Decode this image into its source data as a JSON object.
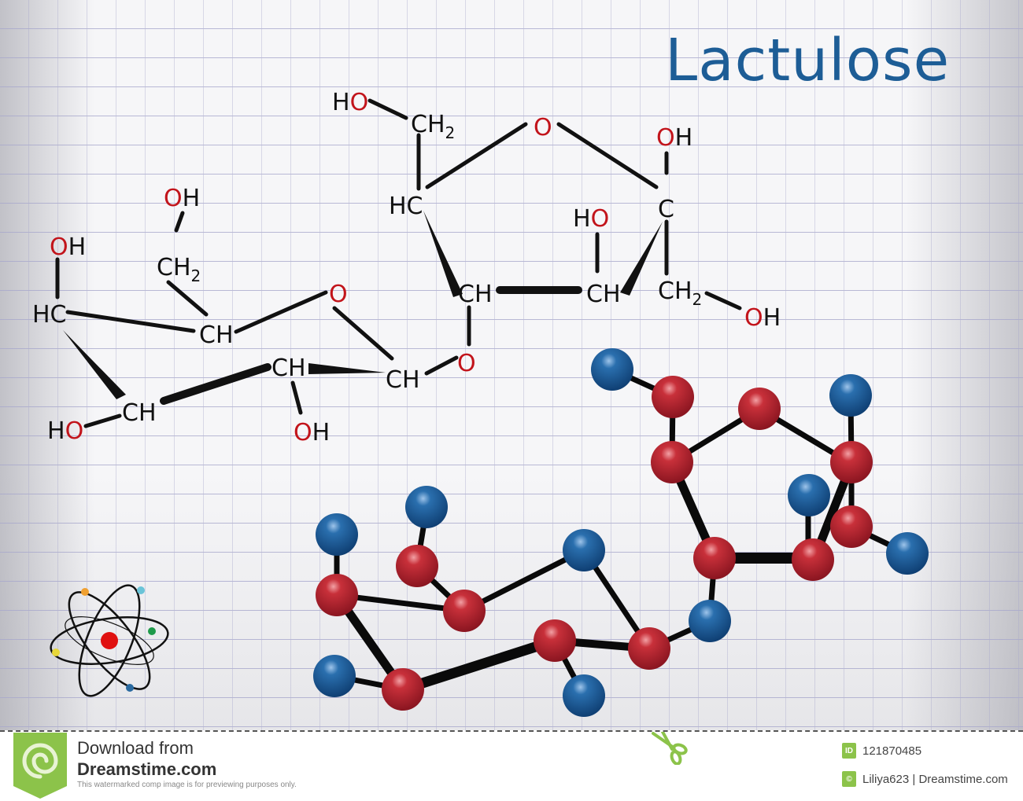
{
  "title": "Lactulose",
  "diagram": {
    "type": "chemical-structure",
    "structural_formula": {
      "labels": [
        {
          "text": "HO",
          "role": "hydroxyl"
        },
        {
          "text": "CH2",
          "role": "methylene"
        },
        {
          "text": "O",
          "role": "ring-oxygen"
        },
        {
          "text": "OH",
          "role": "hydroxyl"
        },
        {
          "text": "HC",
          "role": "carbon"
        },
        {
          "text": "C",
          "role": "anomeric-carbon"
        },
        {
          "text": "HO",
          "role": "hydroxyl"
        },
        {
          "text": "CH",
          "role": "carbon"
        },
        {
          "text": "CH",
          "role": "carbon"
        },
        {
          "text": "CH2",
          "role": "methylene"
        },
        {
          "text": "OH",
          "role": "hydroxyl"
        },
        {
          "text": "O",
          "role": "glycosidic-oxygen"
        },
        {
          "text": "OH",
          "role": "hydroxyl"
        },
        {
          "text": "CH2",
          "role": "methylene"
        },
        {
          "text": "OH",
          "role": "hydroxyl"
        },
        {
          "text": "HC",
          "role": "carbon"
        },
        {
          "text": "CH",
          "role": "carbon"
        },
        {
          "text": "O",
          "role": "ring-oxygen"
        },
        {
          "text": "CH",
          "role": "carbon"
        },
        {
          "text": "CH",
          "role": "anomeric-carbon"
        },
        {
          "text": "HO",
          "role": "hydroxyl"
        },
        {
          "text": "CH",
          "role": "carbon"
        },
        {
          "text": "OH",
          "role": "hydroxyl"
        }
      ]
    },
    "ball_and_stick": {
      "atom_colors": {
        "carbon": "#b8242e",
        "oxygen": "#1d5d96"
      }
    },
    "atom_icon": {
      "nucleus_color": "#e01010",
      "electron_colors": [
        "#f0a030",
        "#6ac4d8",
        "#1e9a4a",
        "#e8d83a",
        "#2a6aa0"
      ]
    }
  },
  "footer": {
    "download_line1": "Download from",
    "download_line2": "Dreamstime.com",
    "disclaimer": "This watermarked comp image is for previewing purposes only.",
    "id_badge": "ID",
    "image_id": "121870485",
    "copyright_badge": "©",
    "credit": "Liliya623 | Dreamstime.com",
    "brand_color": "#8cc34a"
  }
}
